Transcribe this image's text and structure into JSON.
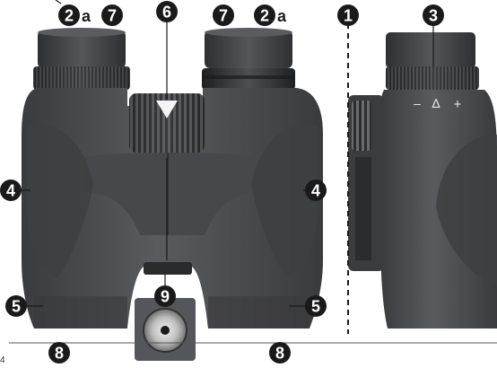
{
  "callouts": [
    {
      "id": "c2a-left",
      "label": "2",
      "suffix": "a"
    },
    {
      "id": "c7-left",
      "label": "7",
      "suffix": ""
    },
    {
      "id": "c6",
      "label": "6",
      "suffix": ""
    },
    {
      "id": "c7-right",
      "label": "7",
      "suffix": ""
    },
    {
      "id": "c2a-right",
      "label": "2",
      "suffix": "a"
    },
    {
      "id": "c1",
      "label": "1",
      "suffix": ""
    },
    {
      "id": "c3",
      "label": "3",
      "suffix": ""
    },
    {
      "id": "c4-left",
      "label": "4",
      "suffix": ""
    },
    {
      "id": "c4-right",
      "label": "4",
      "suffix": ""
    },
    {
      "id": "c9",
      "label": "9",
      "suffix": ""
    },
    {
      "id": "c5-left",
      "label": "5",
      "suffix": ""
    },
    {
      "id": "c5-right",
      "label": "5",
      "suffix": ""
    },
    {
      "id": "c8-left",
      "label": "8",
      "suffix": ""
    },
    {
      "id": "c8-right",
      "label": "8",
      "suffix": ""
    }
  ],
  "diopter_scale": {
    "minus": "–",
    "mid": "∆",
    "plus": "+"
  },
  "page_number": "4",
  "colors": {
    "body": "#4a4b4d",
    "body_dark": "#2e2f31",
    "body_light": "#66676a",
    "callout": "#1a1a1a"
  }
}
